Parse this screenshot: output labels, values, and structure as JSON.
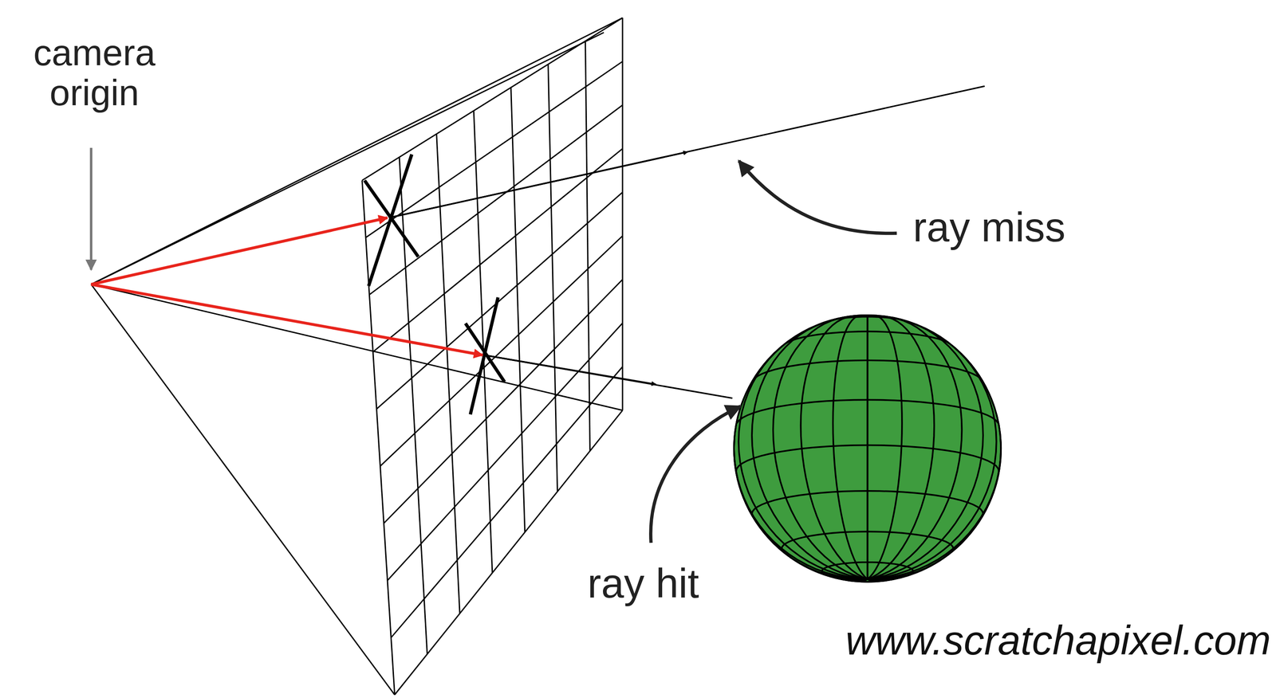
{
  "diagram": {
    "labels": [
      "camera origin",
      "ray miss",
      "ray hit",
      "www.scratchapixel.com"
    ]
  }
}
